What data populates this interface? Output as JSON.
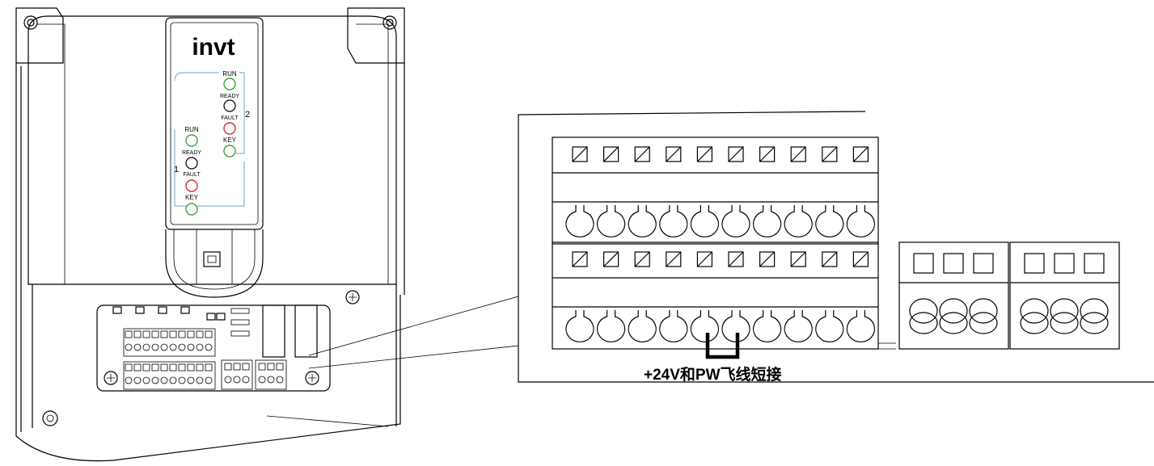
{
  "brand": {
    "logo_text": "invt"
  },
  "leds": {
    "group2": {
      "id": "2",
      "labels": [
        "RUN",
        "READY",
        "FAULT",
        "KEY"
      ]
    },
    "group1": {
      "id": "1",
      "labels": [
        "RUN",
        "READY",
        "FAULT",
        "KEY"
      ]
    }
  },
  "callout": {
    "label": "+24V和PW飞线短接"
  }
}
